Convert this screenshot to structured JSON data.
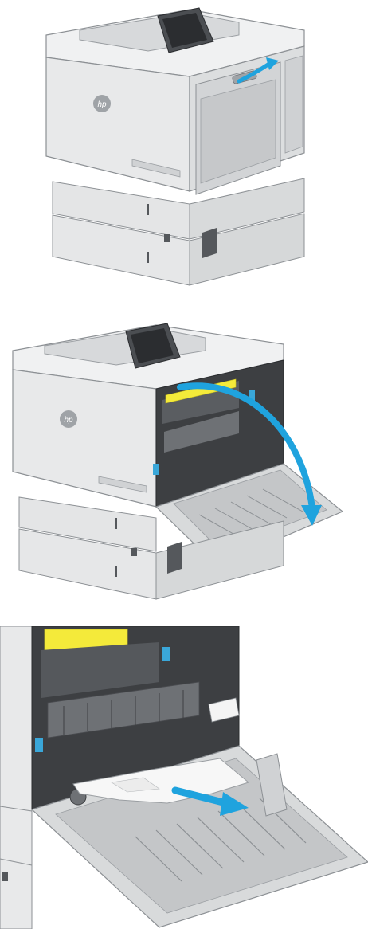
{
  "document": {
    "steps": [
      {
        "id": "open-right-door-latch",
        "description": ""
      },
      {
        "id": "right-door-open",
        "description": ""
      },
      {
        "id": "remove-jammed-paper",
        "description": ""
      }
    ]
  },
  "colors": {
    "printer_body": "#e8e9ea",
    "printer_shadow": "#c9cbcd",
    "outline": "#8c9094",
    "interior_dark": "#3d3f42",
    "fuser_yellow": "#f4ea3a",
    "arrow_blue": "#1fa3de",
    "handle_blue": "#3aa7d9",
    "screen": "#2b2d30"
  },
  "icons": [
    "hp-logo-icon",
    "rotate-arrow-icon",
    "curved-arrow-icon",
    "pull-arrow-icon"
  ]
}
